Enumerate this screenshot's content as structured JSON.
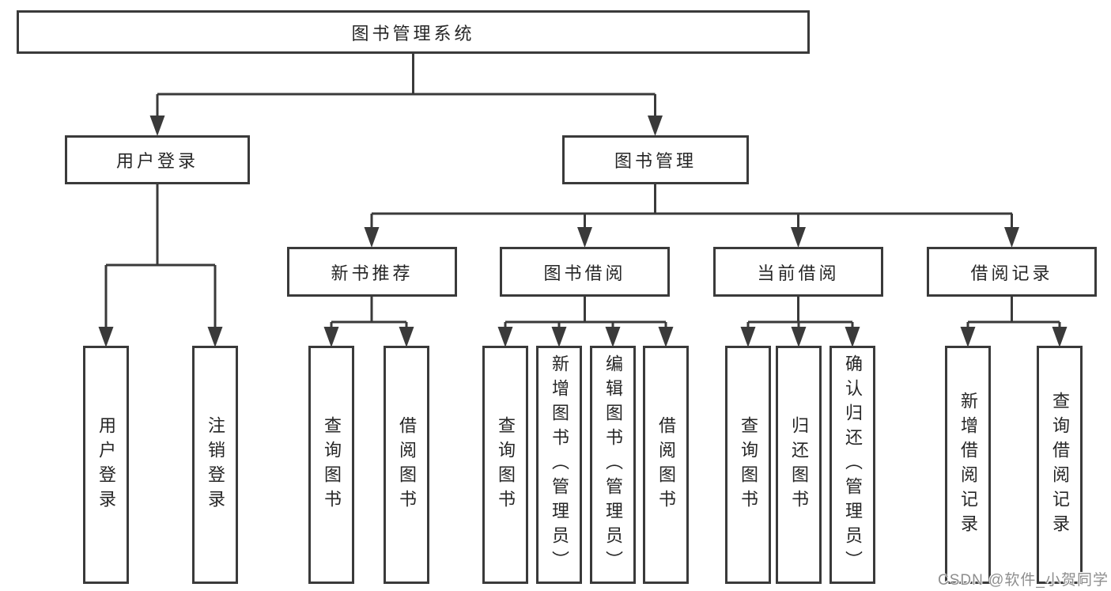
{
  "tree": {
    "label": "图书管理系统",
    "children": [
      {
        "label": "用户登录",
        "children": [
          {
            "label": "用户登录"
          },
          {
            "label": "注销登录"
          }
        ]
      },
      {
        "label": "图书管理",
        "children": [
          {
            "label": "新书推荐",
            "children": [
              {
                "label": "查询图书"
              },
              {
                "label": "借阅图书"
              }
            ]
          },
          {
            "label": "图书借阅",
            "children": [
              {
                "label": "查询图书"
              },
              {
                "label": "新增图书（管理员）"
              },
              {
                "label": "编辑图书（管理员）"
              },
              {
                "label": "借阅图书"
              }
            ]
          },
          {
            "label": "当前借阅",
            "children": [
              {
                "label": "查询图书"
              },
              {
                "label": "归还图书"
              },
              {
                "label": "确认归还（管理员）"
              }
            ]
          },
          {
            "label": "借阅记录",
            "children": [
              {
                "label": "新增借阅记录"
              },
              {
                "label": "查询借阅记录"
              }
            ]
          }
        ]
      }
    ]
  },
  "watermark": {
    "text": "CSDN @软件_小贺同学"
  },
  "colors": {
    "line": "#3a3a3a",
    "box_border": "#3a3a3a",
    "text": "#262626",
    "watermark": "#8e8e8e",
    "background": "#ffffff"
  }
}
